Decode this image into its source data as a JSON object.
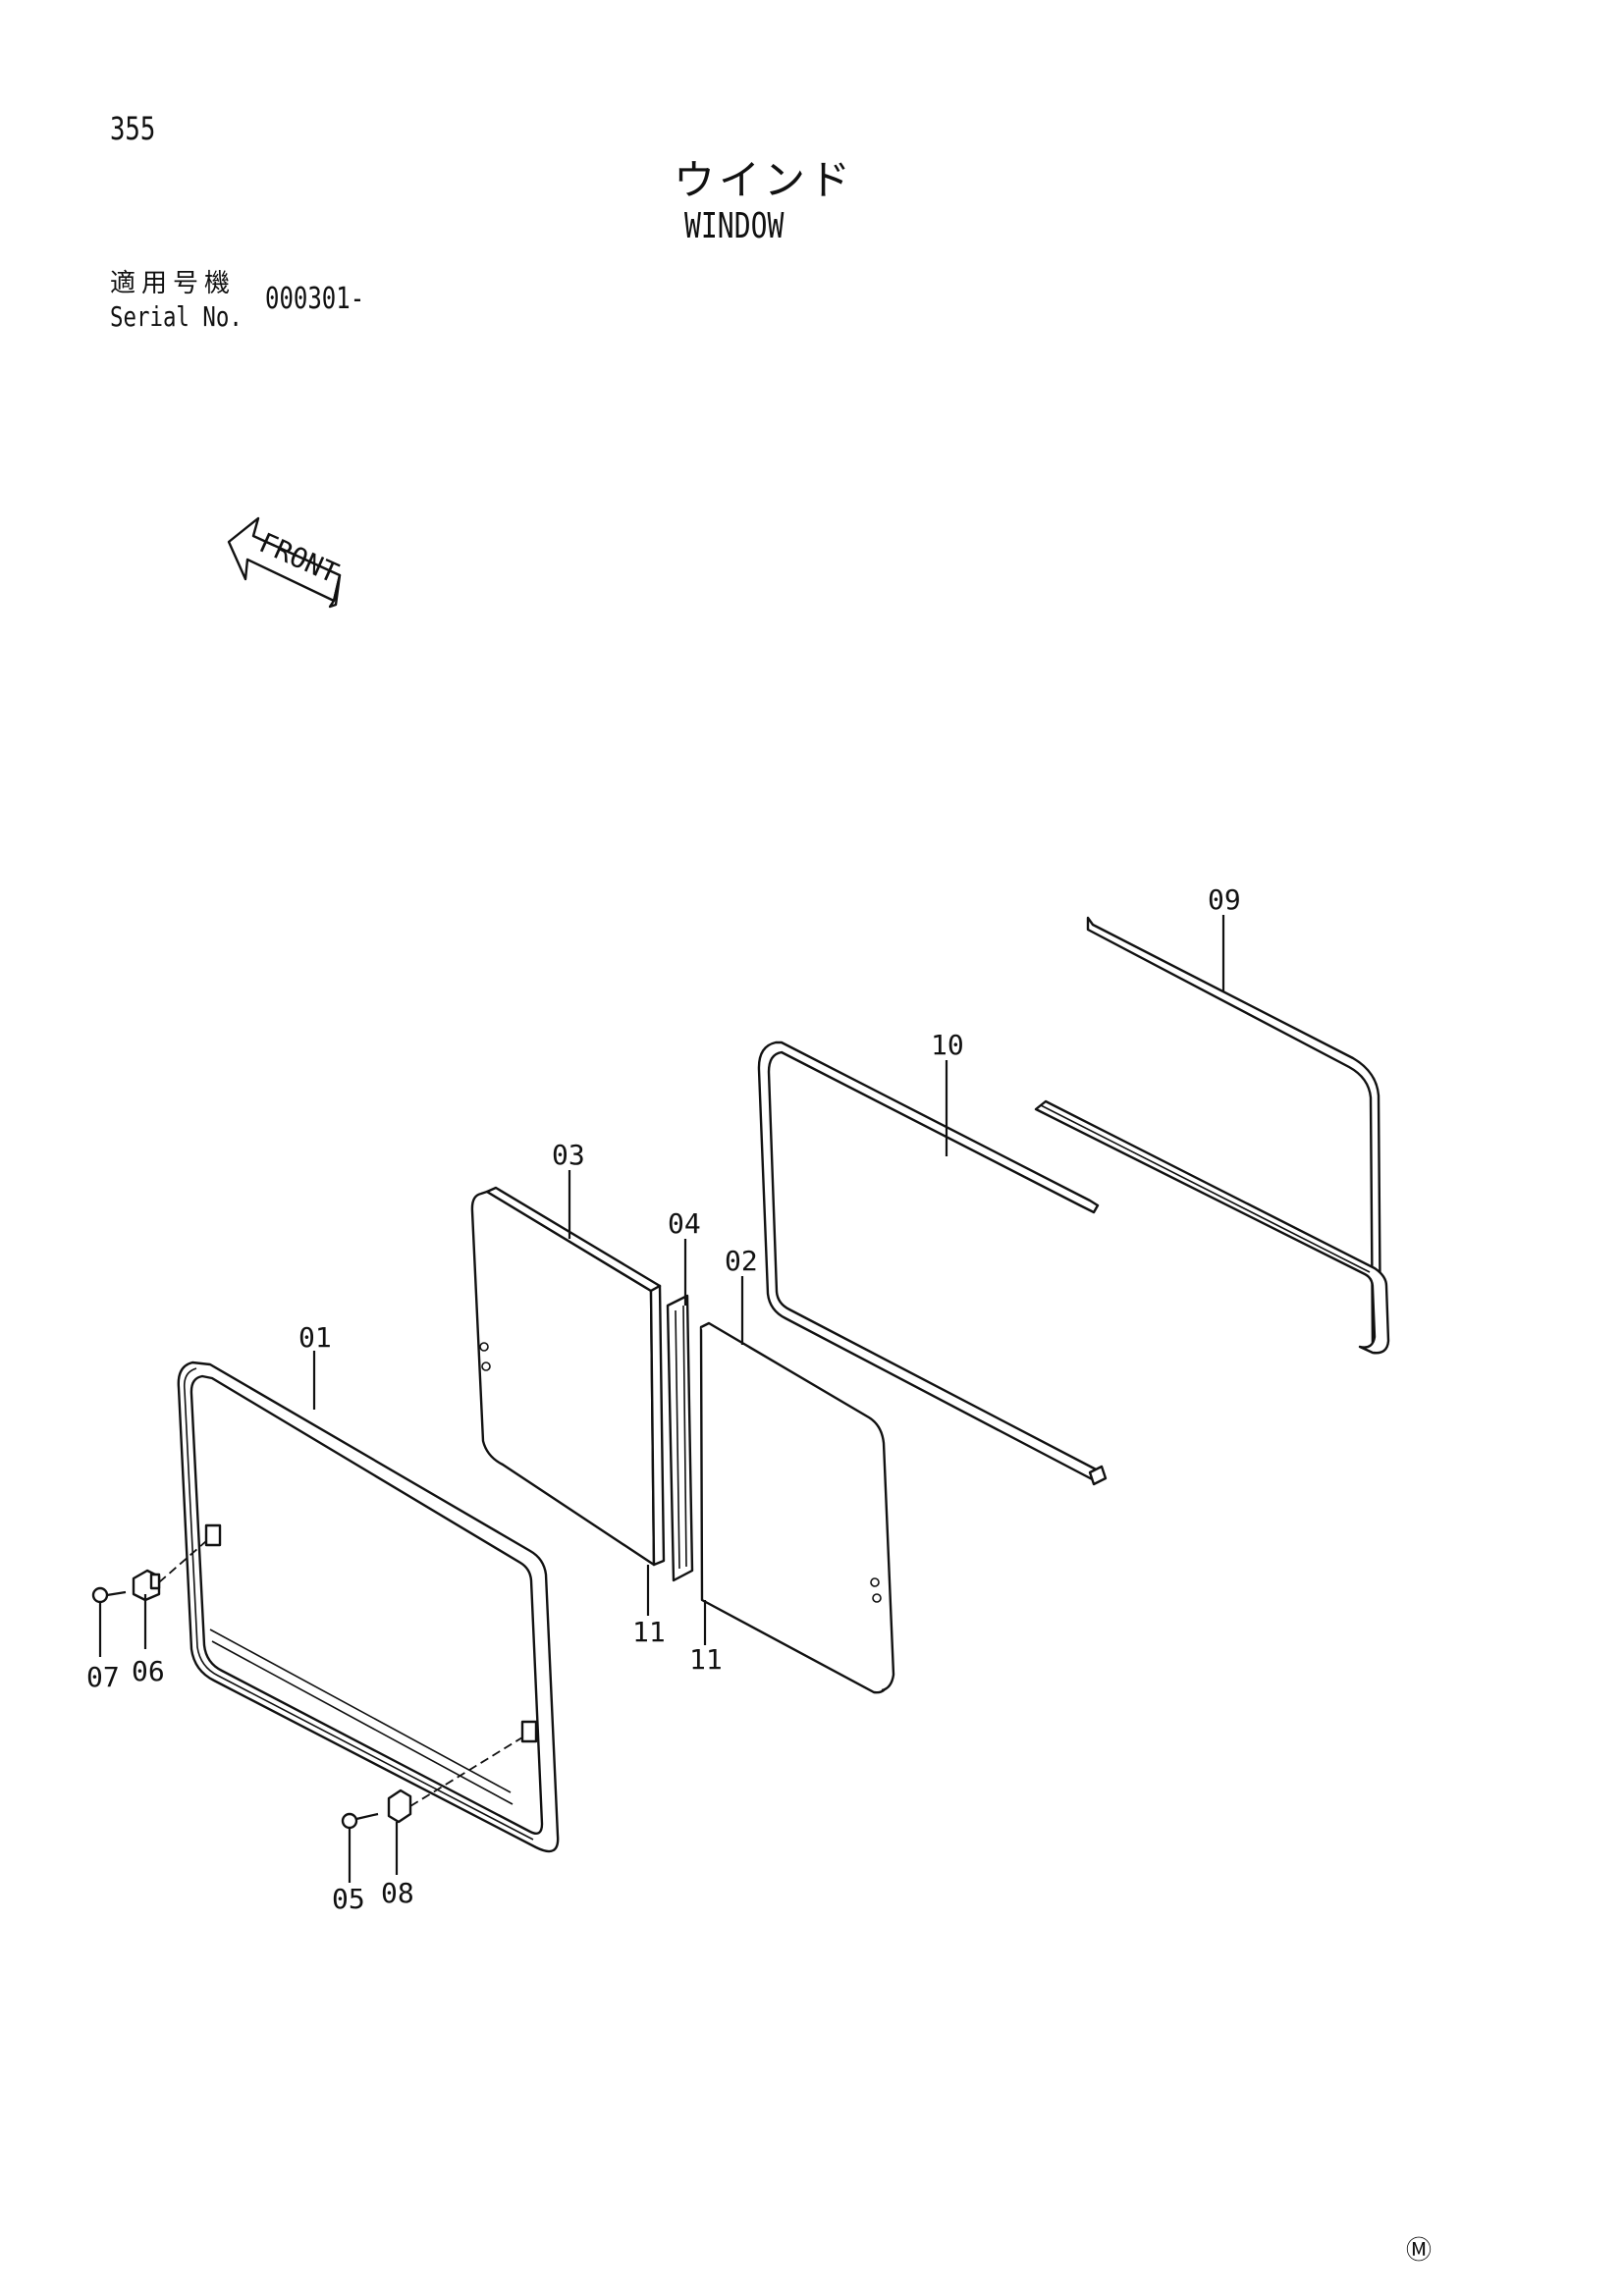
{
  "header": {
    "page_number": "355",
    "title_jp": "ウインド",
    "title_en": "WINDOW"
  },
  "serial": {
    "label_jp": "適用号機",
    "label_en": "Serial No.",
    "value": "000301-"
  },
  "front_arrow": {
    "label": "FRONT"
  },
  "callouts": {
    "p01": "01",
    "p02": "02",
    "p03": "03",
    "p04": "04",
    "p05": "05",
    "p06": "06",
    "p07": "07",
    "p08": "08",
    "p09": "09",
    "p10": "10",
    "p11a": "11",
    "p11b": "11"
  },
  "footer": {
    "mark": "Ⓜ"
  }
}
